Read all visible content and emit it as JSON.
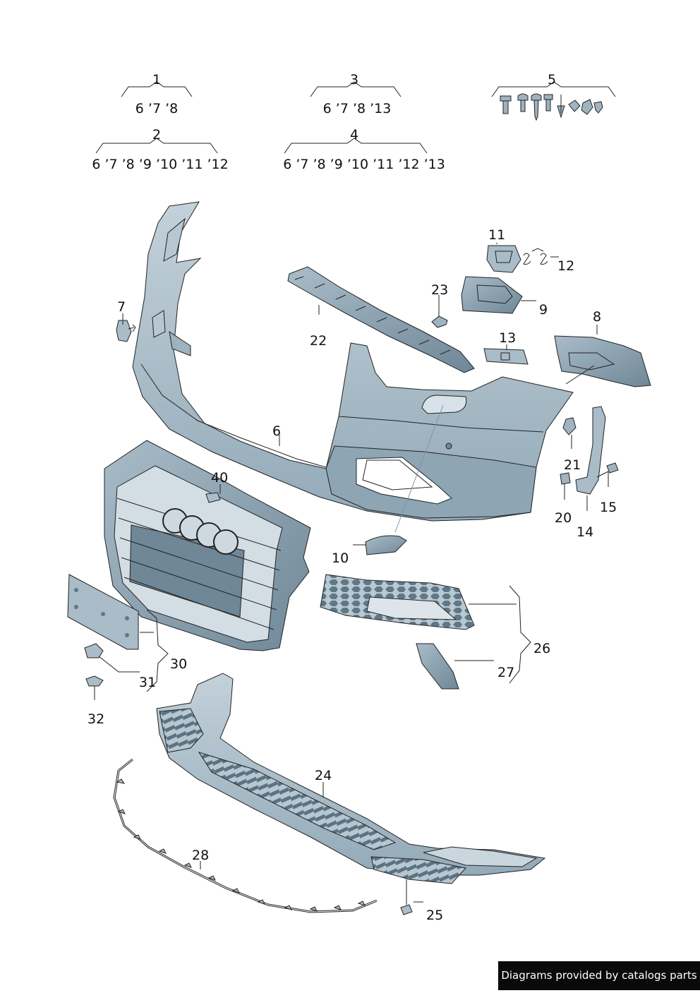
{
  "groups": [
    {
      "id": "1",
      "refs": "6 ’7 ’8"
    },
    {
      "id": "2",
      "refs": "6 ’7 ’8 ’9 ’10 ’11 ’12"
    },
    {
      "id": "3",
      "refs": "6 ’7 ’8 ’13"
    },
    {
      "id": "4",
      "refs": "6 ’7 ’8 ’9 ’10 ’11 ’12 ’13"
    },
    {
      "id": "5",
      "refs": ""
    }
  ],
  "parts": [
    "6",
    "7",
    "8",
    "9",
    "10",
    "11",
    "12",
    "13",
    "14",
    "15",
    "20",
    "21",
    "22",
    "23",
    "24",
    "25",
    "26",
    "27",
    "28",
    "30",
    "31",
    "32",
    "40"
  ],
  "colors": {
    "part_fill": "#a9bcc8",
    "part_dark": "#7f96a5",
    "part_light": "#c9d6de",
    "line": "#222222",
    "credit_bg": "#0a0a0a"
  },
  "credit": "Diagrams provided by catalogs parts"
}
